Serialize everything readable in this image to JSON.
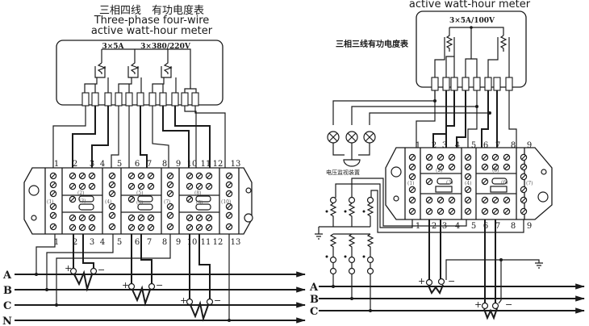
{
  "left_diagram": {
    "title_cn": "三相四线　有功电度表",
    "title_en_1": "Three-phase four-wire",
    "title_en_2": "active watt-hour meter",
    "rating_current": "3×5A",
    "rating_voltage": "3×380/220V",
    "terminal_numbers": [
      "1",
      "2",
      "3",
      "4",
      "5",
      "6",
      "7",
      "8",
      "9",
      "10",
      "11",
      "12",
      "13"
    ],
    "block_sub_labels": [
      "(1)",
      "(2)",
      "(3)",
      "(4)",
      "(5)",
      "(6)",
      "(7)",
      "(8)",
      "(9)",
      "(10)"
    ],
    "phases": [
      "A",
      "B",
      "C",
      "N"
    ],
    "ct_plus": "+",
    "ct_minus": "−"
  },
  "right_diagram": {
    "title_en": "active watt-hour meter",
    "title_cn": "三相三线有功电度表",
    "rating": "3×5A/100V",
    "voltage_monitor_label": "电压监视装置",
    "terminal_numbers": [
      "1",
      "2",
      "3",
      "4",
      "5",
      "6",
      "7",
      "8",
      "9"
    ],
    "block_sub_labels": [
      "(1)",
      "(2)",
      "(3)",
      "(4)",
      "(5)",
      "(6)",
      "(7)"
    ],
    "phases": [
      "A",
      "B",
      "C"
    ],
    "ct_plus": "+",
    "ct_minus": "−"
  }
}
